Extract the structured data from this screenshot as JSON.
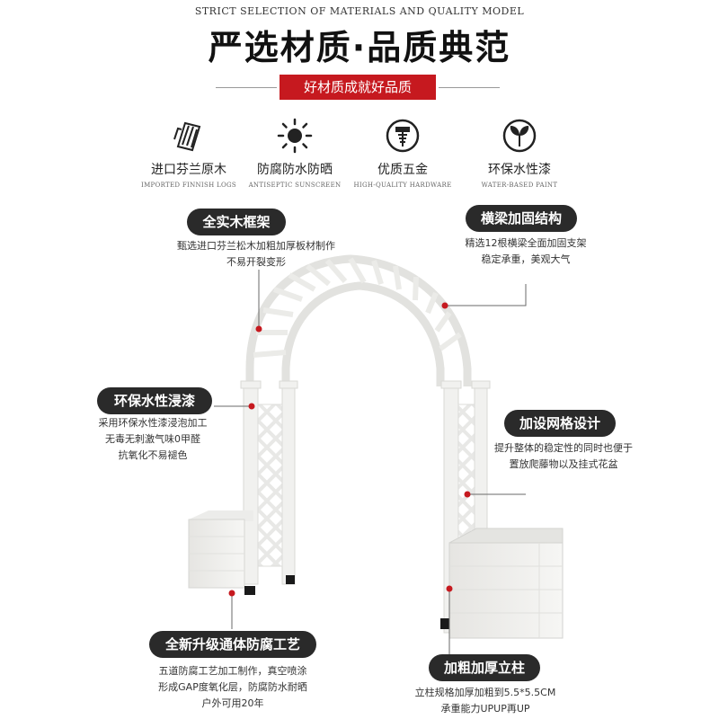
{
  "header": {
    "subtitle": "STRICT SELECTION OF MATERIALS AND QUALITY MODEL",
    "title": "严选材质·品质典范",
    "banner": "好材质成就好品质"
  },
  "features": [
    {
      "icon": "wood-planks-icon",
      "title": "进口芬兰原木",
      "subtitle": "IMPORTED FINNISH LOGS"
    },
    {
      "icon": "sun-icon",
      "title": "防腐防水防晒",
      "subtitle": "ANTISEPTIC SUNSCREEN"
    },
    {
      "icon": "screw-icon",
      "title": "优质五金",
      "subtitle": "HIGH-QUALITY HARDWARE"
    },
    {
      "icon": "leaf-sprout-icon",
      "title": "环保水性漆",
      "subtitle": "WATER-BASED PAINT"
    }
  ],
  "callouts": {
    "frame": {
      "label": "全实木框架",
      "lines": [
        "甄选进口芬兰松木加粗加厚板材制作",
        "不易开裂变形"
      ]
    },
    "beam": {
      "label": "横梁加固结构",
      "lines": [
        "精选12根横梁全面加固支架",
        "稳定承重，美观大气"
      ]
    },
    "paint": {
      "label": "环保水性浸漆",
      "lines": [
        "采用环保水性漆浸泡加工",
        "无毒无刺激气味0甲醛",
        "抗氧化不易褪色"
      ]
    },
    "grid": {
      "label": "加设网格设计",
      "lines": [
        "提升整体的稳定性的同时也便于",
        "置放爬藤物以及挂式花盆"
      ]
    },
    "anticorrosion": {
      "label": "全新升级通体防腐工艺",
      "lines": [
        "五道防腐工艺加工制作，真空喷涂",
        "形成GAP度氧化层，防腐防水耐晒",
        "户外可用20年"
      ]
    },
    "pillar": {
      "label": "加粗加厚立柱",
      "lines": [
        "立柱规格加厚加粗到5.5*5.5CM",
        "承重能力UPUP再UP"
      ]
    }
  },
  "colors": {
    "accent_red": "#c6191f",
    "pill_dark": "#2a2a2a",
    "wood_white": "#f3f3f1"
  }
}
